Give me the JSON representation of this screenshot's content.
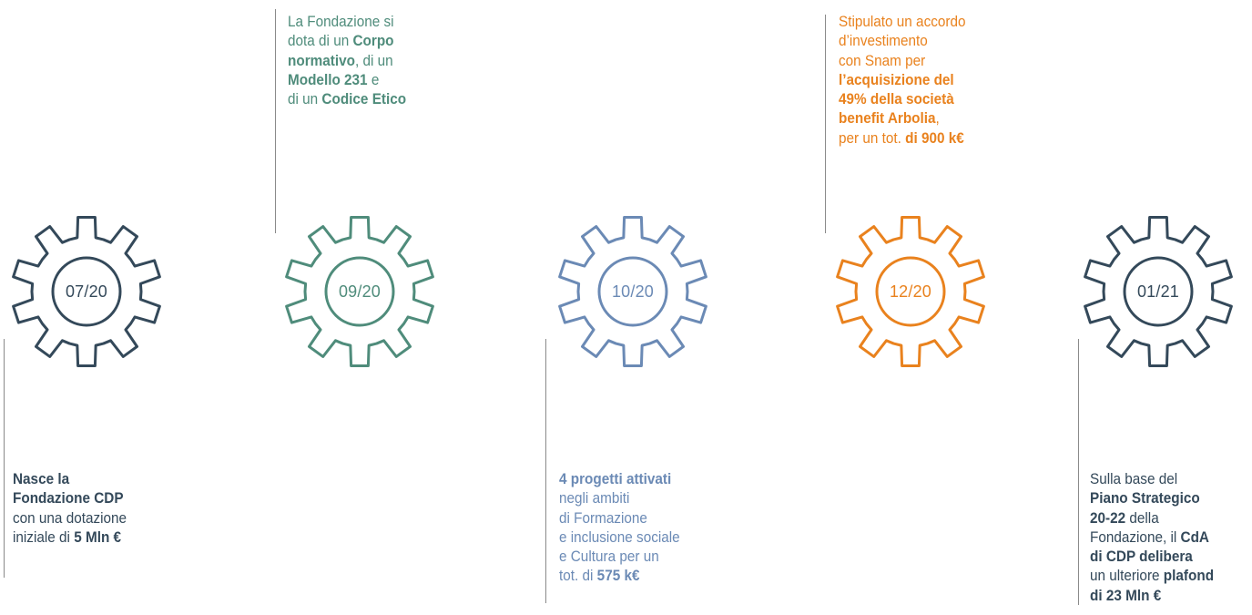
{
  "colors": {
    "dark": "#34495a",
    "green": "#4f8c7b",
    "blue": "#6b8ab5",
    "orange": "#e9821e"
  },
  "milestones": [
    {
      "date": "07/20",
      "color": "#34495a",
      "lines": [
        [
          {
            "t": "Nasce la",
            "b": true
          }
        ],
        [
          {
            "t": "Fondazione CDP",
            "b": true
          }
        ],
        [
          {
            "t": "con una dotazione",
            "b": false
          }
        ],
        [
          {
            "t": "iniziale di ",
            "b": false
          },
          {
            "t": "5 Mln €",
            "b": true
          }
        ]
      ]
    },
    {
      "date": "09/20",
      "color": "#4f8c7b",
      "lines": [
        [
          {
            "t": "La Fondazione si",
            "b": false
          }
        ],
        [
          {
            "t": "dota di un ",
            "b": false
          },
          {
            "t": "Corpo",
            "b": true
          }
        ],
        [
          {
            "t": "normativo",
            "b": true
          },
          {
            "t": ", di un",
            "b": false
          }
        ],
        [
          {
            "t": "Modello 231",
            "b": true
          },
          {
            "t": " e",
            "b": false
          }
        ],
        [
          {
            "t": "di un ",
            "b": false
          },
          {
            "t": "Codice Etico",
            "b": true
          }
        ]
      ]
    },
    {
      "date": "10/20",
      "color": "#6b8ab5",
      "lines": [
        [
          {
            "t": "4 progetti attivati",
            "b": true
          }
        ],
        [
          {
            "t": "negli ambiti",
            "b": false
          }
        ],
        [
          {
            "t": "di Formazione",
            "b": false
          }
        ],
        [
          {
            "t": "e inclusione sociale",
            "b": false
          }
        ],
        [
          {
            "t": "e Cultura per un",
            "b": false
          }
        ],
        [
          {
            "t": "tot. di ",
            "b": false
          },
          {
            "t": "575 k€",
            "b": true
          }
        ]
      ]
    },
    {
      "date": "12/20",
      "color": "#e9821e",
      "lines": [
        [
          {
            "t": "Stipulato un accordo",
            "b": false
          }
        ],
        [
          {
            "t": "d’investimento",
            "b": false
          }
        ],
        [
          {
            "t": "con Snam per",
            "b": false
          }
        ],
        [
          {
            "t": "l’acquisizione del",
            "b": true
          }
        ],
        [
          {
            "t": "49% della società",
            "b": true
          }
        ],
        [
          {
            "t": "benefit Arbolia",
            "b": true
          },
          {
            "t": ",",
            "b": false
          }
        ],
        [
          {
            "t": "per un tot. ",
            "b": false
          },
          {
            "t": "di 900 k€",
            "b": true
          }
        ]
      ]
    },
    {
      "date": "01/21",
      "color": "#34495a",
      "lines": [
        [
          {
            "t": "Sulla base del",
            "b": false
          }
        ],
        [
          {
            "t": "Piano Strategico",
            "b": true
          }
        ],
        [
          {
            "t": "20-22",
            "b": true
          },
          {
            "t": " della",
            "b": false
          }
        ],
        [
          {
            "t": "Fondazione, il ",
            "b": false
          },
          {
            "t": "CdA",
            "b": true
          }
        ],
        [
          {
            "t": "di CDP delibera",
            "b": true
          }
        ],
        [
          {
            "t": "un ulteriore ",
            "b": false
          },
          {
            "t": "plafond",
            "b": true
          }
        ],
        [
          {
            "t": "di 23 Mln €",
            "b": true
          }
        ]
      ]
    }
  ]
}
